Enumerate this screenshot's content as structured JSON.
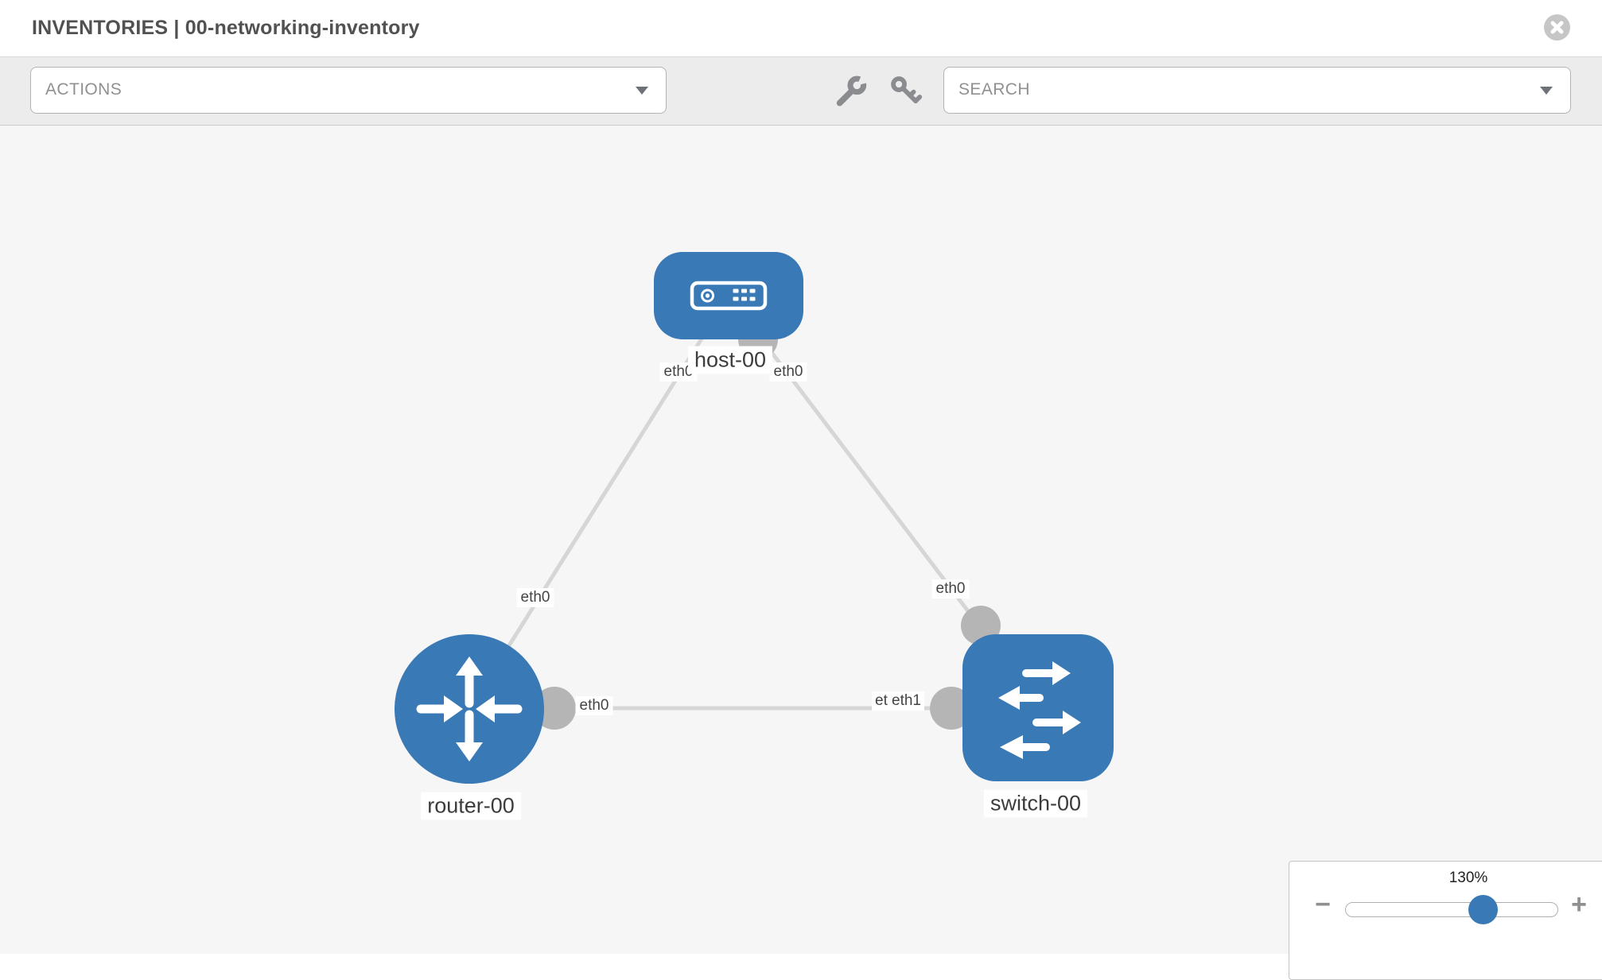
{
  "window": {
    "title": "INVENTORIES | 00-networking-inventory"
  },
  "toolbar": {
    "actions_dropdown": {
      "label": "ACTIONS"
    },
    "search_dropdown": {
      "label": "SEARCH"
    }
  },
  "icons": {
    "close": "circle-x",
    "wrench": "wrench",
    "key": "key",
    "dropdown_caret": "triangle-down",
    "zoom_out": "−",
    "zoom_in": "+"
  },
  "topology": {
    "nodes": [
      {
        "name": "host-00",
        "type": "host"
      },
      {
        "name": "router-00",
        "type": "router"
      },
      {
        "name": "switch-00",
        "type": "switch"
      }
    ],
    "links": [
      {
        "source": "host-00",
        "source_interface": "eth0",
        "target": "router-00",
        "target_interface": "eth0"
      },
      {
        "source": "host-00",
        "source_interface": "eth0",
        "target": "switch-00",
        "target_interface": "eth0"
      },
      {
        "source": "router-00",
        "source_interface": "eth0",
        "target": "switch-00",
        "target_interface": "eth1",
        "target_interface_overlapped": "eth0"
      }
    ]
  },
  "zoom_control": {
    "value": "130%"
  },
  "colors": {
    "node": "#3879b6",
    "link": "#d6d6d6",
    "interface": "#b5b5b5"
  }
}
